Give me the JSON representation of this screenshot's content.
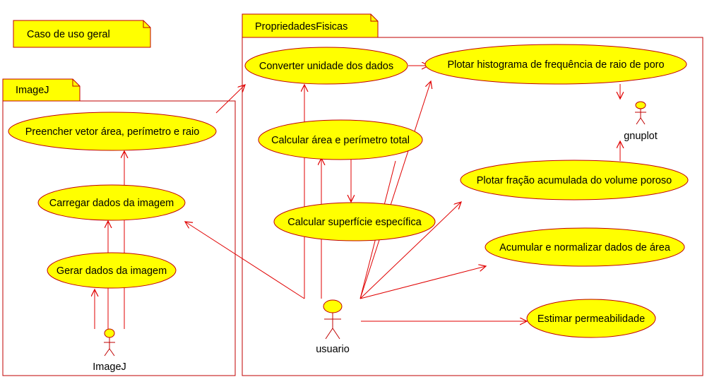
{
  "diagram": {
    "note_label": "Caso de uso geral",
    "packages": [
      {
        "id": "imagej_pkg",
        "label": "ImageJ"
      },
      {
        "id": "props_pkg",
        "label": "PropriedadesFisicas"
      }
    ],
    "use_cases": [
      {
        "id": "preencher",
        "label": "Preencher vetor área, perímetro e raio"
      },
      {
        "id": "carregar",
        "label": "Carregar dados da imagem"
      },
      {
        "id": "gerar",
        "label": "Gerar dados da imagem"
      },
      {
        "id": "converter",
        "label": "Converter unidade dos dados"
      },
      {
        "id": "histograma",
        "label": "Plotar histograma de frequência de raio de poro"
      },
      {
        "id": "area_total",
        "label": "Calcular área e perímetro total"
      },
      {
        "id": "fracao",
        "label": "Plotar fração acumulada do volume poroso"
      },
      {
        "id": "superficie",
        "label": "Calcular superfície específica"
      },
      {
        "id": "acumular",
        "label": "Acumular e normalizar dados de área"
      },
      {
        "id": "permeabilidade",
        "label": "Estimar permeabilidade"
      }
    ],
    "actors": [
      {
        "id": "imagej_actor",
        "label": "ImageJ"
      },
      {
        "id": "usuario",
        "label": "usuario"
      },
      {
        "id": "gnuplot",
        "label": "gnuplot"
      }
    ],
    "colors": {
      "fill": "#ffff00",
      "stroke": "#c00000",
      "text": "#000000"
    }
  }
}
